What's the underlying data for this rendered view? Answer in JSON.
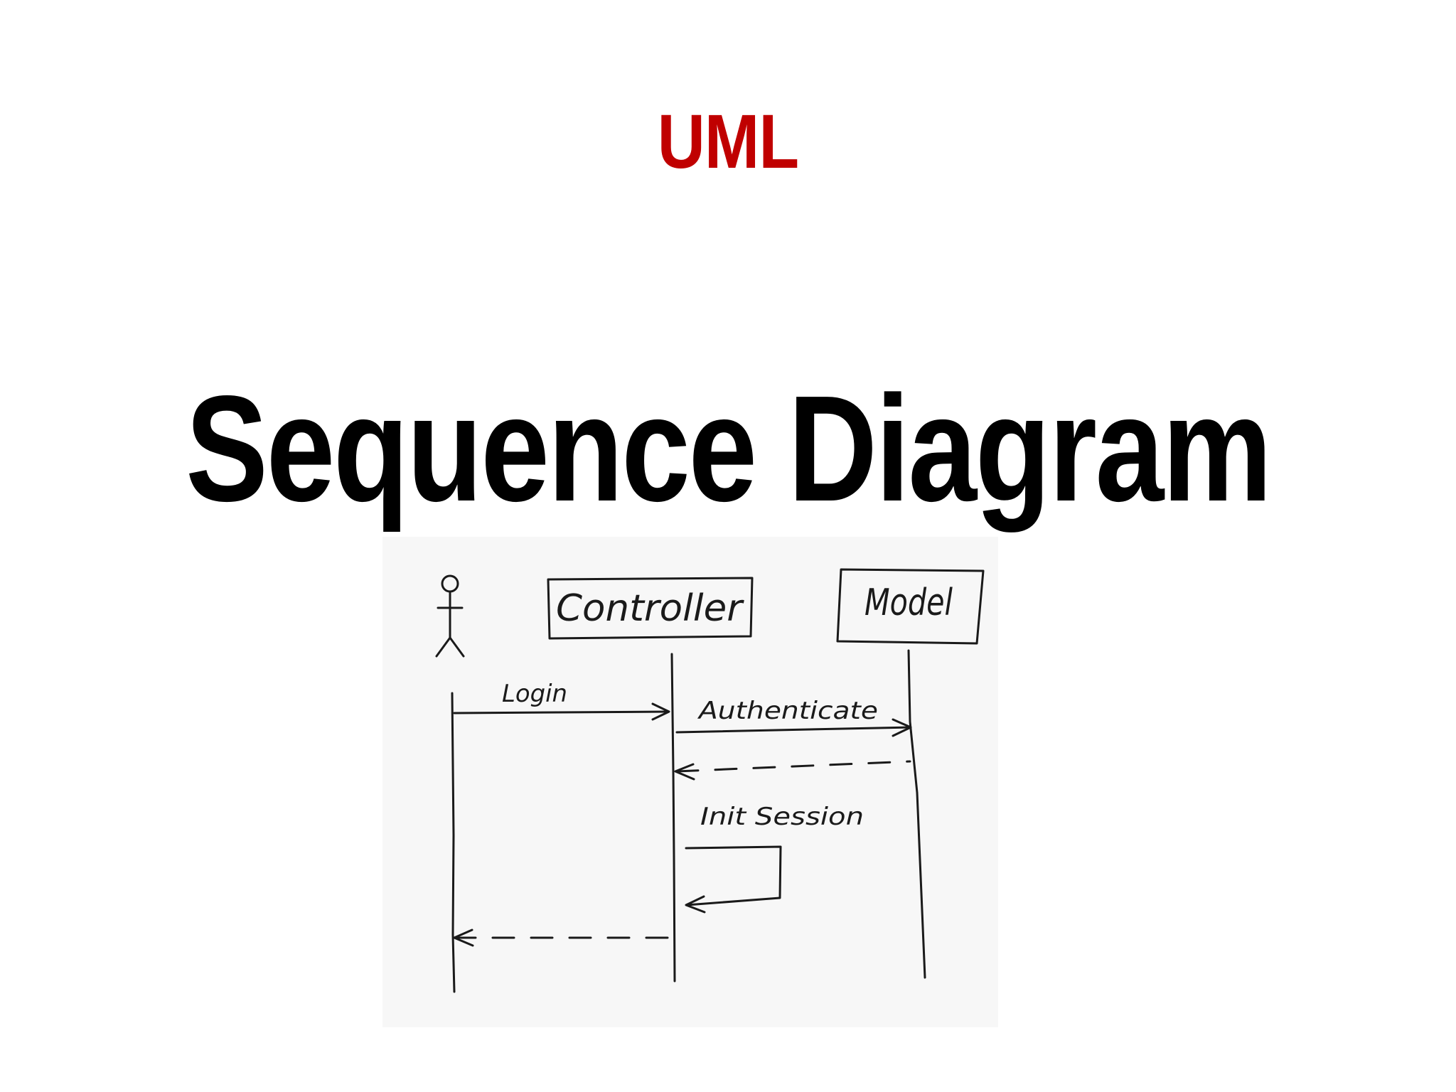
{
  "slide": {
    "kicker": "UML",
    "title": "Sequence Diagram"
  },
  "diagram": {
    "participants": [
      {
        "id": "actor",
        "label": ""
      },
      {
        "id": "controller",
        "label": "Controller"
      },
      {
        "id": "model",
        "label": "Model"
      }
    ],
    "messages": [
      {
        "from": "actor",
        "to": "controller",
        "label": "Login",
        "style": "solid"
      },
      {
        "from": "controller",
        "to": "model",
        "label": "Authenticate",
        "style": "solid"
      },
      {
        "from": "model",
        "to": "controller",
        "label": "",
        "style": "dashed"
      },
      {
        "from": "controller",
        "to": "controller",
        "label": "Init Session",
        "style": "solid"
      },
      {
        "from": "controller",
        "to": "actor",
        "label": "",
        "style": "dashed"
      }
    ]
  },
  "colors": {
    "kicker": "#c00000",
    "title": "#000000",
    "ink": "#1a1a1a",
    "paper": "#f7f7f7"
  }
}
